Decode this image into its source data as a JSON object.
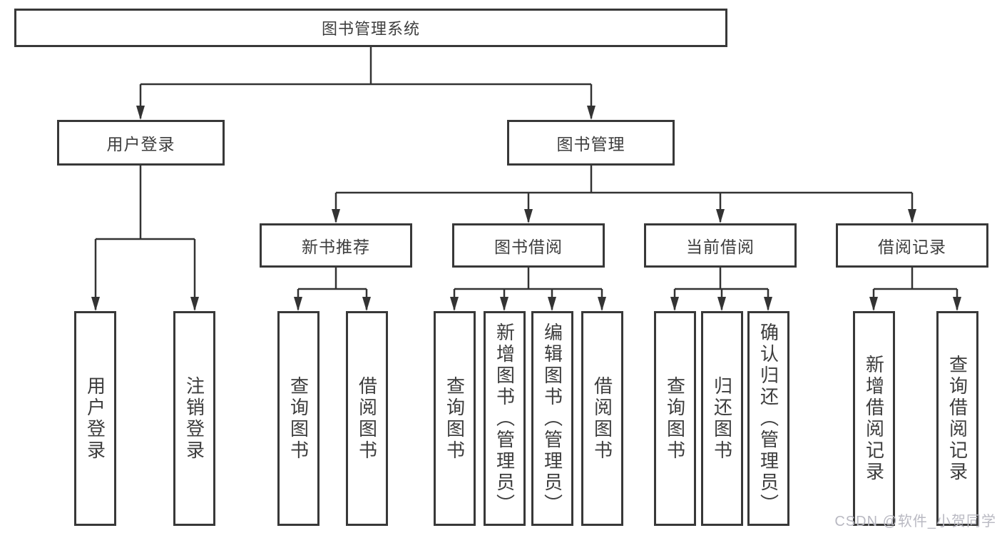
{
  "page": {
    "background_color": "#ffffff",
    "line_color": "#333333",
    "box_border_color": "#383838",
    "text_color": "#3d3d3d",
    "watermark_color": "#b9b9c2"
  },
  "watermark": {
    "text": "CSDN @软件_小贺同学"
  },
  "tree": {
    "root": {
      "label": "图书管理系统"
    },
    "children": [
      {
        "label": "用户登录",
        "children": [
          {
            "label": "用户登录"
          },
          {
            "label": "注销登录"
          }
        ]
      },
      {
        "label": "图书管理",
        "children": [
          {
            "label": "新书推荐",
            "children": [
              {
                "label": "查询图书"
              },
              {
                "label": "借阅图书"
              }
            ]
          },
          {
            "label": "图书借阅",
            "children": [
              {
                "label": "查询图书"
              },
              {
                "label": "新增图书（管理员）"
              },
              {
                "label": "编辑图书（管理员）"
              },
              {
                "label": "借阅图书"
              }
            ]
          },
          {
            "label": "当前借阅",
            "children": [
              {
                "label": "查询图书"
              },
              {
                "label": "归还图书"
              },
              {
                "label": "确认归还（管理员）"
              }
            ]
          },
          {
            "label": "借阅记录",
            "children": [
              {
                "label": "新增借阅记录"
              },
              {
                "label": "查询借阅记录"
              }
            ]
          }
        ]
      }
    ]
  }
}
